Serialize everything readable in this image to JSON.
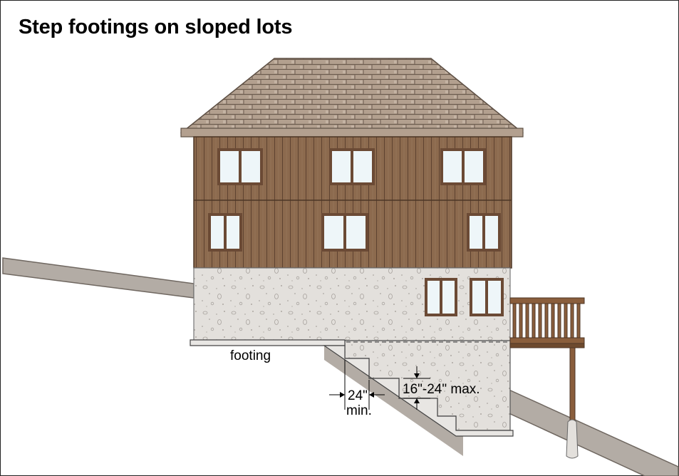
{
  "title": "Step footings on sloped lots",
  "labels": {
    "footing": "footing",
    "step_width_value": "24\"",
    "step_width_qualifier": "min.",
    "step_height": "16\"-24\" max."
  },
  "colors": {
    "ground": "#b3aca5",
    "ground_edge": "#6f6760",
    "siding": "#8c6a4e",
    "siding_line": "#5e4230",
    "roof": "#b3a08f",
    "roof_line": "#6d5d50",
    "concrete": "#e3e0dc",
    "window_glass": "#eef6f9",
    "window_frame": "#6b4a35",
    "deck": "#8a5e3c"
  },
  "icons": {
    "dimension_arrow": "arrow-icon"
  }
}
